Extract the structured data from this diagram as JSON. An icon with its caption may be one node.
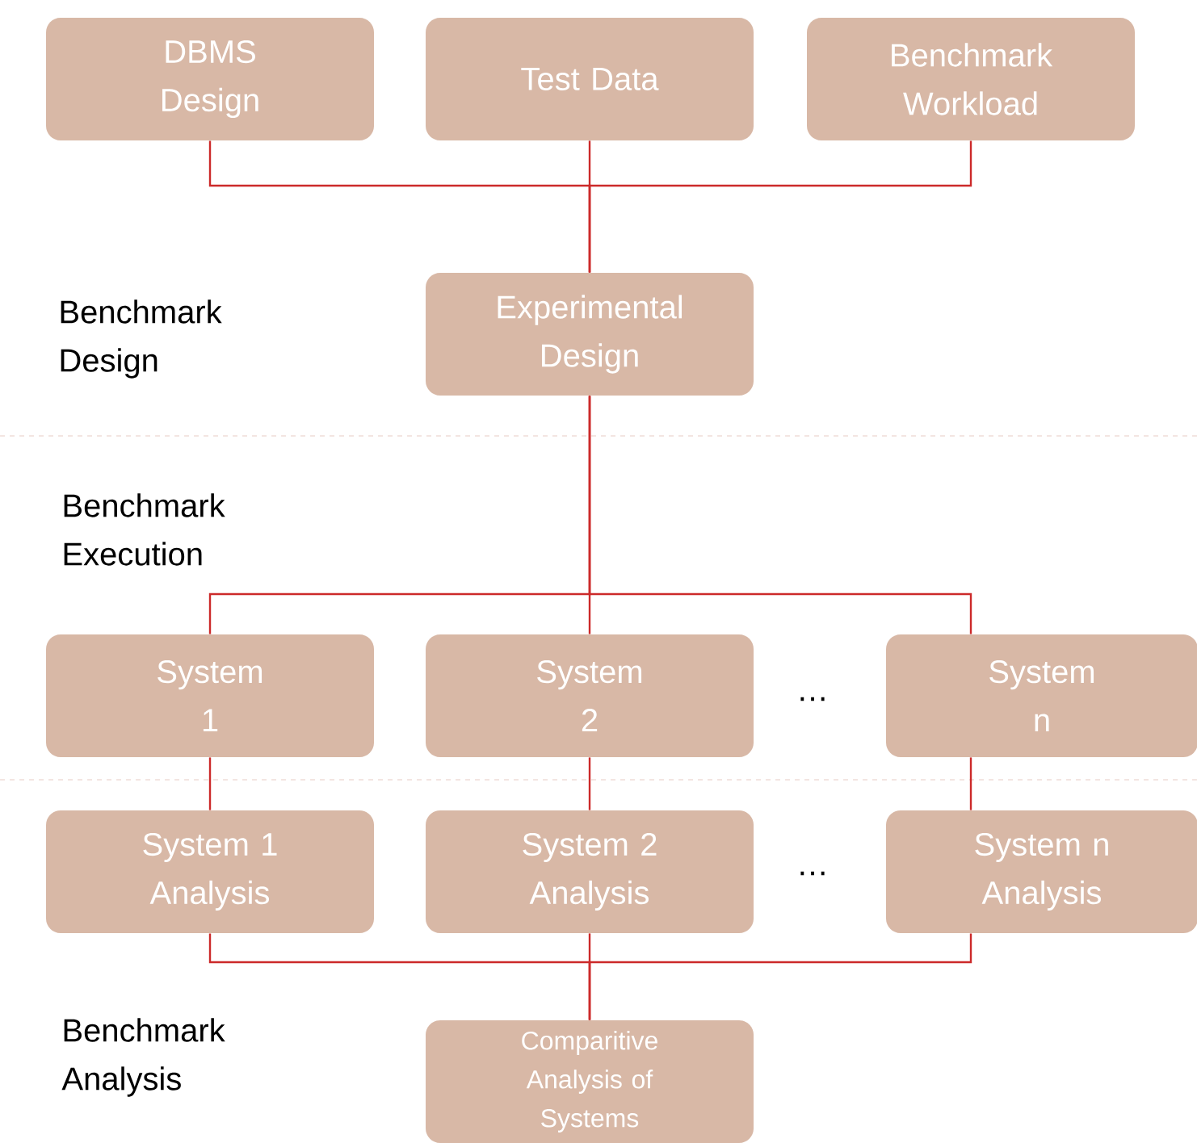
{
  "diagram": {
    "nodes": [
      {
        "text": [
          "DBMS Design"
        ]
      },
      {
        "text": [
          "Test Data"
        ]
      },
      {
        "text": [
          "Benchmark Workload"
        ]
      },
      {
        "text": [
          "Experimental Design"
        ]
      },
      {
        "text": [
          "System 1"
        ]
      },
      {
        "text": [
          "System 2"
        ]
      },
      {
        "text": [
          "System n"
        ]
      },
      {
        "text": [
          "System 1 Analysis"
        ]
      },
      {
        "text": [
          "System 2 Analysis"
        ]
      },
      {
        "text": [
          "System n Analysis"
        ]
      },
      {
        "text": [
          "Comparitive Analysis of Systems"
        ]
      }
    ],
    "edges": [
      {
        "from": 0,
        "to": 3,
        "arrow": "none"
      },
      {
        "from": 1,
        "to": 3,
        "arrow": "none"
      },
      {
        "from": 2,
        "to": 3,
        "arrow": "none"
      },
      {
        "from": 3,
        "to": 4,
        "arrow": "none"
      },
      {
        "from": 3,
        "to": 5,
        "arrow": "none"
      },
      {
        "from": 3,
        "to": 6,
        "arrow": "none"
      },
      {
        "from": 4,
        "to": 7,
        "arrow": "none"
      },
      {
        "from": 5,
        "to": 8,
        "arrow": "none"
      },
      {
        "from": 6,
        "to": 9,
        "arrow": "none"
      },
      {
        "from": 7,
        "to": 10,
        "arrow": "none"
      },
      {
        "from": 8,
        "to": 10,
        "arrow": "none"
      },
      {
        "from": 9,
        "to": 10,
        "arrow": "none"
      }
    ],
    "labels": [
      "Benchmark Design",
      "Benchmark Execution",
      "…",
      "…",
      "Benchmark Analysis"
    ]
  }
}
